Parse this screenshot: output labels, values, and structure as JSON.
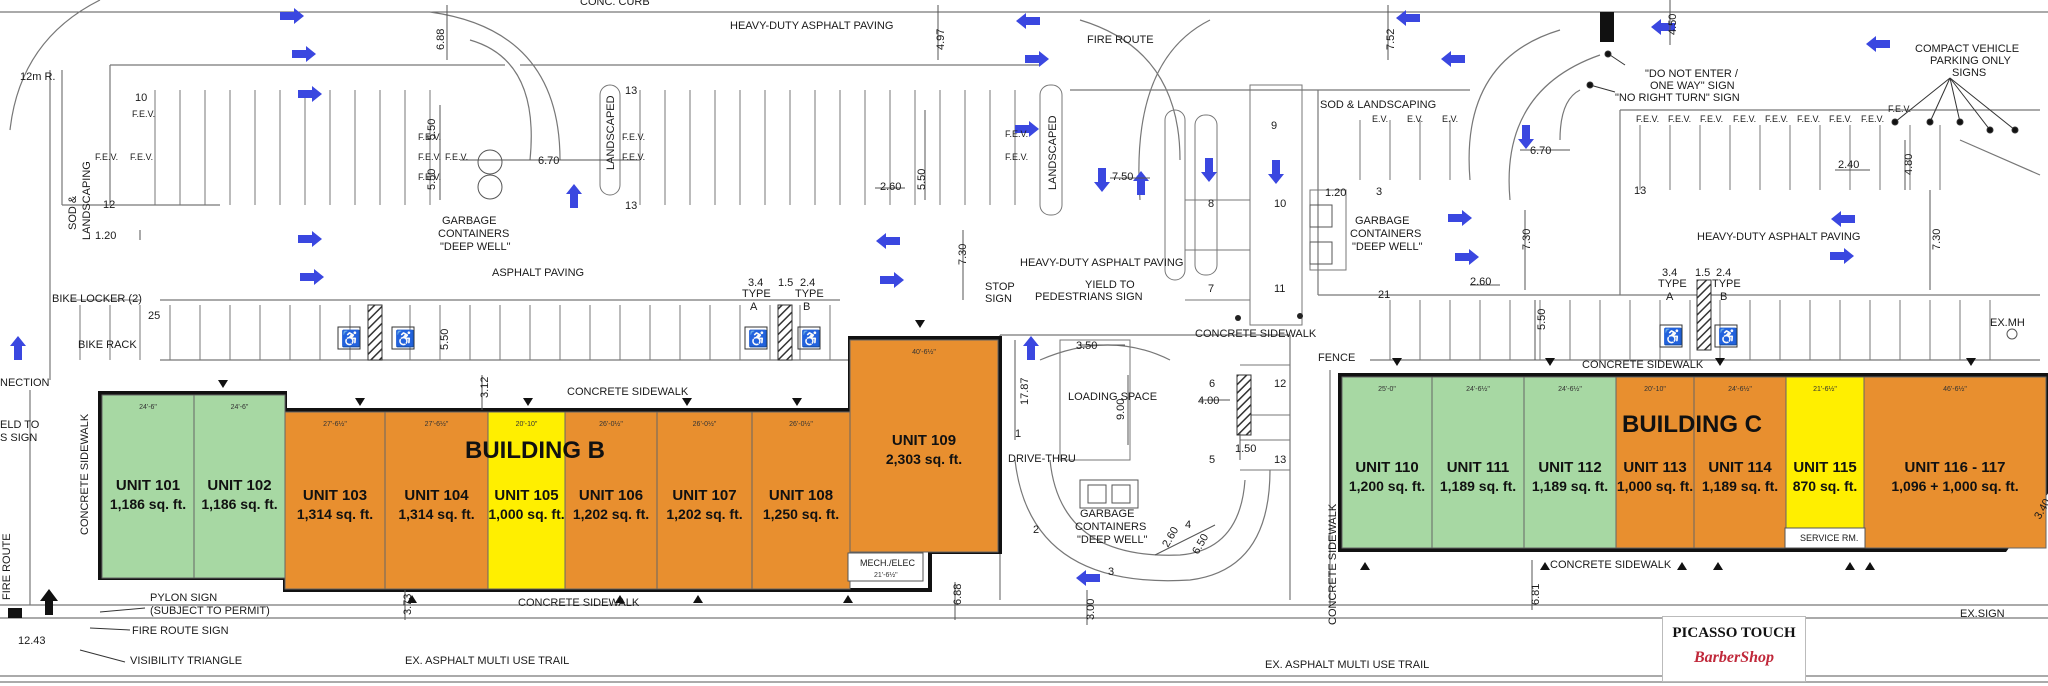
{
  "labels": {
    "conc_curb": "CONC. CURB",
    "hd_paving_top": "HEAVY-DUTY ASPHALT PAVING",
    "fire_route_top": "FIRE ROUTE",
    "hd_paving_mid": "HEAVY-DUTY ASPHALT PAVING",
    "hd_paving_right": "HEAVY-DUTY ASPHALT PAVING",
    "asphalt_paving": "ASPHALT PAVING",
    "concrete_sidewalk_b_top": "CONCRETE SIDEWALK",
    "concrete_sidewalk_b_bottom": "CONCRETE SIDEWALK",
    "concrete_sidewalk_mid": "CONCRETE SIDEWALK",
    "concrete_sidewalk_c_top": "CONCRETE SIDEWALK",
    "concrete_sidewalk_c_bottom": "CONCRETE SIDEWALK",
    "concrete_sidewalk_left": "CONCRETE SIDEWALK",
    "concrete_sidewalk_c_left": "CONCRETE SIDEWALK",
    "fence": "FENCE",
    "trail_left": "EX. ASPHALT MULTI USE TRAIL",
    "trail_right": "EX. ASPHALT MULTI USE TRAIL",
    "garbage1": "GARBAGE",
    "garbage1b": "CONTAINERS",
    "garbage1c": "\"DEEP WELL\"",
    "garbage2": "GARBAGE",
    "garbage2b": "CONTAINERS",
    "garbage2c": "\"DEEP WELL\"",
    "garbage3": "GARBAGE",
    "garbage3b": "CONTAINERS",
    "garbage3c": "\"DEEP WELL\"",
    "sod1": "SOD &",
    "sod1b": "LANDSCAPING",
    "sod2": "SOD & LANDSCAPING",
    "landscaped1": "LANDSCAPED",
    "landscaped2": "LANDSCAPED",
    "loading_space": "LOADING SPACE",
    "drive_thru": "DRIVE-THRU",
    "stop_sign": "STOP",
    "stop_sign_b": "SIGN",
    "yield_sign": "YIELD TO",
    "yield_sign_b": "PEDESTRIANS SIGN",
    "bike_locker": "BIKE LOCKER (2)",
    "bike_rack": "BIKE RACK",
    "pylon_sign": "PYLON SIGN",
    "pylon_sign_b": "(SUBJECT TO PERMIT)",
    "fire_route_sign": "FIRE ROUTE SIGN",
    "visibility_triangle": "VISIBILITY TRIANGLE",
    "do_not_enter": "\"DO NOT ENTER /",
    "do_not_enter_b": "ONE WAY\" SIGN",
    "no_right_turn": "\"NO RIGHT TURN\" SIGN",
    "compact_vehicle": "COMPACT VEHICLE",
    "compact_vehicle_b": "PARKING ONLY",
    "compact_vehicle_c": "SIGNS",
    "ex_mh": "EX.MH",
    "ex_sign": "EX.SIGN",
    "fire_route_left": "FIRE ROUTE",
    "connection": "NECTION",
    "yield_left": "ELD TO",
    "yield_left_b": "S SIGN",
    "mech_elec": "MECH./ELEC",
    "service_rm": "SERVICE RM.",
    "type_a": "TYPE",
    "type_a_b": "A",
    "type_b": "TYPE",
    "type_b_b": "B",
    "fev": "F.E.V.",
    "ev": "E.V."
  },
  "dimensions": {
    "d_12m": "12m R.",
    "d_688": "6.88",
    "d_497": "4.97",
    "d_752": "7.52",
    "d_450": "4.50",
    "d_550a": "5.50",
    "d_550b": "5.50",
    "d_550c": "5.50",
    "d_550d": "5.50",
    "d_550e": "5.50",
    "d_670a": "6.70",
    "d_670b": "6.70",
    "d_260a": "2.60",
    "d_260b": "2.60",
    "d_260c": "2.60",
    "d_750": "7.50",
    "d_730a": "7.30",
    "d_730b": "7.30",
    "d_730c": "7.30",
    "d_120a": "1.20",
    "d_120b": "1.20",
    "d_240": "2.40",
    "d_480": "4.80",
    "d_34a": "3.4",
    "d_15a": "1.5",
    "d_24a": "2.4",
    "d_34b": "3.4",
    "d_15b": "1.5",
    "d_24b": "2.4",
    "d_312": "3.12",
    "d_1787": "17.87",
    "d_350": "3.50",
    "d_900": "9.00",
    "d_400": "4.00",
    "d_150": "1.50",
    "d_688b": "6.88",
    "d_300": "3.00",
    "d_650": "6.50",
    "d_681": "6.81",
    "d_373": "3.73",
    "d_1243": "12.43",
    "d_340": "3.40"
  },
  "stall_numbers": {
    "s10a": "10",
    "s12a": "12",
    "s25": "25",
    "s13a": "13",
    "s13b": "13",
    "s9": "9",
    "s8": "8",
    "s10b": "10",
    "s7": "7",
    "s11": "11",
    "s6": "6",
    "s12b": "12",
    "s5": "5",
    "s13c": "13",
    "s3a": "3",
    "s21": "21",
    "s13d": "13",
    "s1": "1",
    "s2": "2",
    "s3b": "3",
    "s4": "4"
  },
  "buildings": [
    {
      "name": "BUILDING B"
    },
    {
      "name": "BUILDING C"
    }
  ],
  "units": [
    {
      "name": "UNIT 101",
      "area": "1,186 sq. ft.",
      "dim": "24'-6\"",
      "color": "#a7d8a3"
    },
    {
      "name": "UNIT 102",
      "area": "1,186 sq. ft.",
      "dim": "24'-6\"",
      "color": "#a7d8a3"
    },
    {
      "name": "UNIT 103",
      "area": "1,314 sq. ft.",
      "dim": "27'-6½\"",
      "color": "#e88f2f"
    },
    {
      "name": "UNIT 104",
      "area": "1,314 sq. ft.",
      "dim": "27'-6½\"",
      "color": "#e88f2f"
    },
    {
      "name": "UNIT 105",
      "area": "1,000 sq. ft.",
      "dim": "20'-10\"",
      "color": "#ffef00"
    },
    {
      "name": "UNIT 106",
      "area": "1,202 sq. ft.",
      "dim": "26'-0½\"",
      "color": "#e88f2f"
    },
    {
      "name": "UNIT 107",
      "area": "1,202 sq. ft.",
      "dim": "26'-0½\"",
      "color": "#e88f2f"
    },
    {
      "name": "UNIT 108",
      "area": "1,250 sq. ft.",
      "dim": "26'-0½\"",
      "color": "#e88f2f"
    },
    {
      "name": "UNIT 109",
      "area": "2,303 sq. ft.",
      "dim": "40'-6½\"",
      "color": "#e88f2f"
    },
    {
      "name": "UNIT 110",
      "area": "1,200 sq. ft.",
      "dim": "25'-0\"",
      "color": "#a7d8a3"
    },
    {
      "name": "UNIT 111",
      "area": "1,189 sq. ft.",
      "dim": "24'-6½\"",
      "color": "#a7d8a3"
    },
    {
      "name": "UNIT 112",
      "area": "1,189 sq. ft.",
      "dim": "24'-6½\"",
      "color": "#a7d8a3"
    },
    {
      "name": "UNIT 113",
      "area": "1,000 sq. ft.",
      "dim": "20'-10\"",
      "color": "#e88f2f"
    },
    {
      "name": "UNIT 114",
      "area": "1,189 sq. ft.",
      "dim": "24'-6½\"",
      "color": "#e88f2f"
    },
    {
      "name": "UNIT 115",
      "area": "870 sq. ft.",
      "dim": "21'-6½\"",
      "color": "#ffef00"
    },
    {
      "name": "UNIT 116 - 117",
      "area": "1,096 + 1,000 sq. ft.",
      "dim": "46'-6½\"",
      "color": "#e88f2f"
    }
  ],
  "mech_dim": "21'-6½\"",
  "logo": {
    "line1": "PICASSO TOUCH",
    "line2": "BarberShop"
  },
  "colors": {
    "green": "#a7d8a3",
    "orange": "#e88f2f",
    "yellow": "#ffef00",
    "arrow": "#3a47e0"
  }
}
